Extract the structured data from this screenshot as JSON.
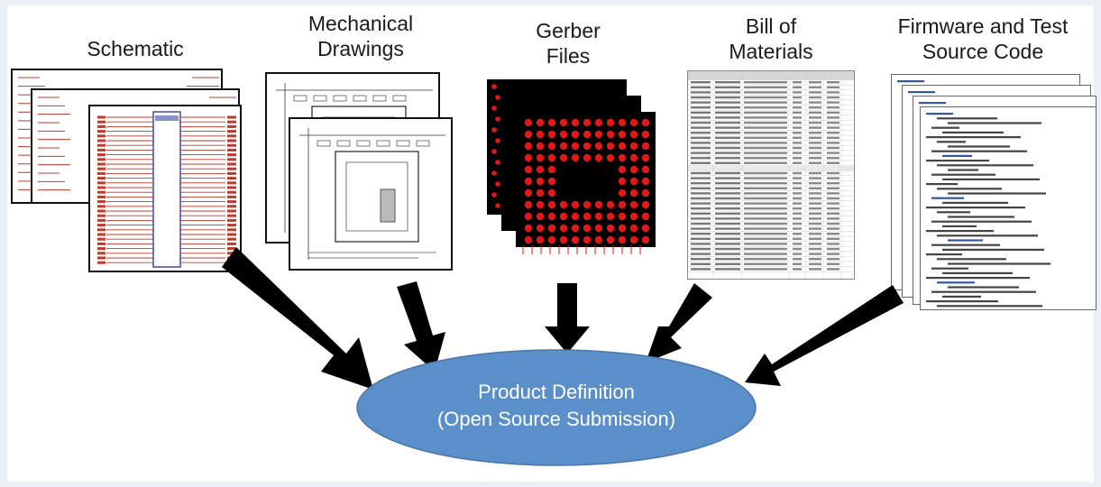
{
  "diagram": {
    "sources": [
      {
        "id": "schematic",
        "label": "Schematic"
      },
      {
        "id": "mechanical",
        "label": "Mechanical\nDrawings"
      },
      {
        "id": "gerber",
        "label": "Gerber\nFiles"
      },
      {
        "id": "bom",
        "label": "Bill of\nMaterials"
      },
      {
        "id": "firmware",
        "label": "Firmware and Test\nSource Code"
      }
    ],
    "target": {
      "line1": "Product Definition",
      "line2": "(Open Source Submission)"
    },
    "colors": {
      "ellipse_fill": "#5b8fc9",
      "ellipse_text": "#ffffff",
      "arrow": "#000000",
      "schematic_ink": "#c0392b",
      "schematic_blue": "#3b4aa8",
      "gerber_bg": "#000000",
      "gerber_pad": "#e01818"
    },
    "icons": [
      "schematic-thumbnail",
      "mechanical-drawing-thumbnail",
      "gerber-thumbnail",
      "bom-spreadsheet-thumbnail",
      "source-code-thumbnail"
    ]
  }
}
